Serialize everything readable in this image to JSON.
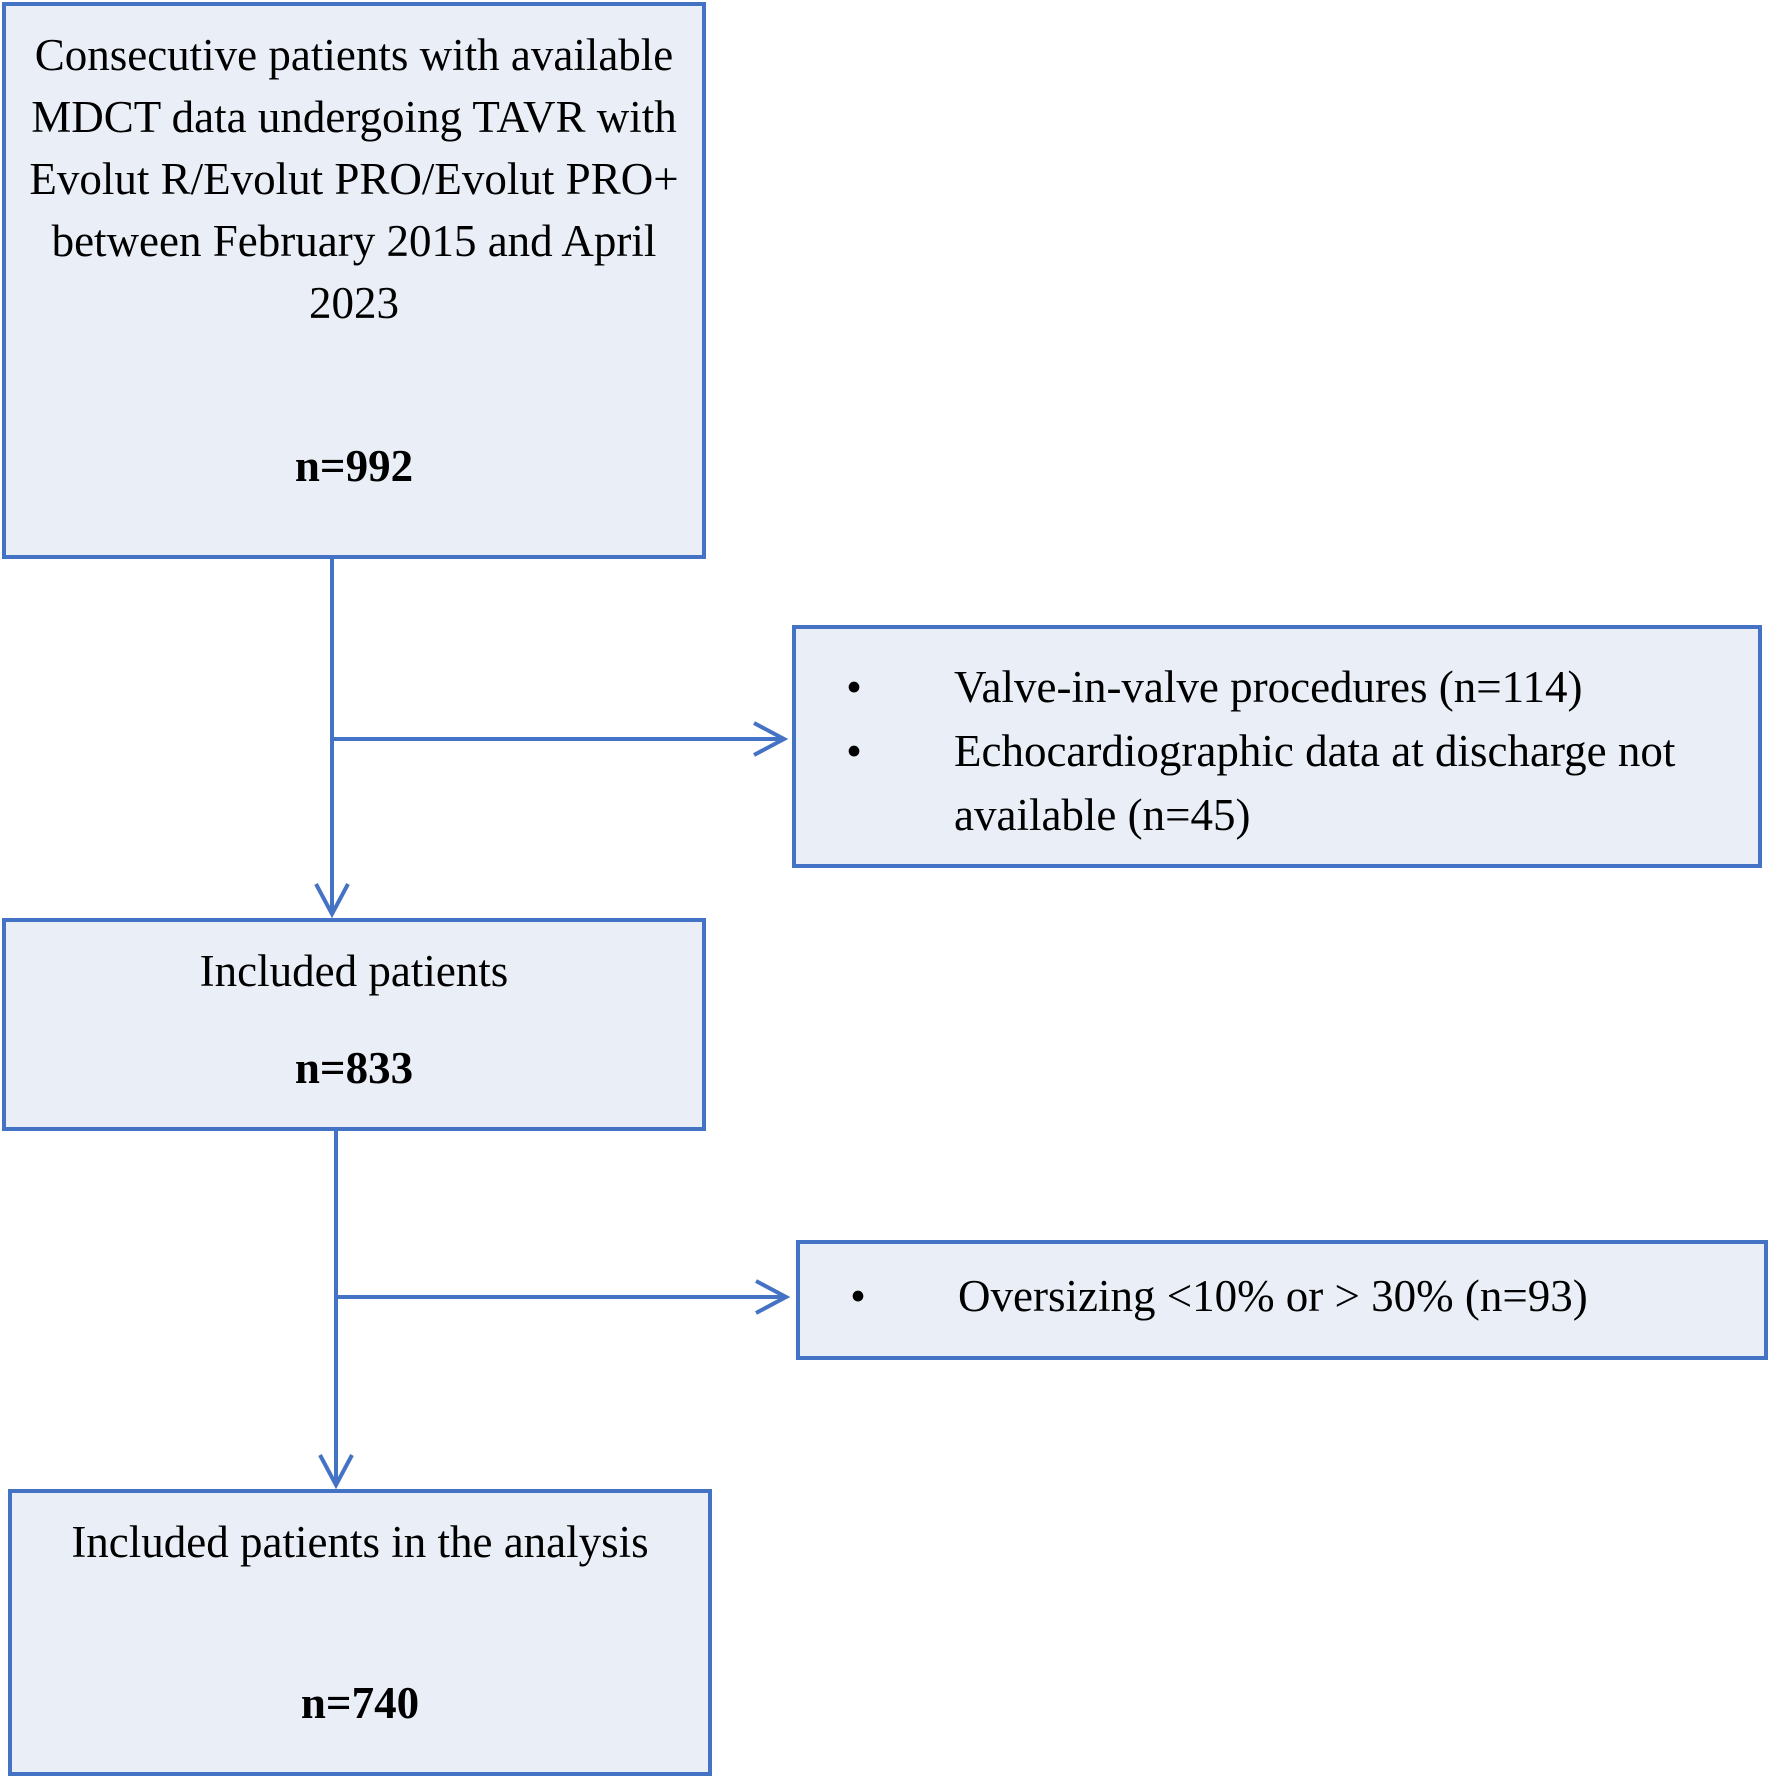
{
  "boxes": {
    "start": {
      "description": "Consecutive patients with available MDCT data undergoing TAVR with Evolut R/Evolut PRO/Evolut PRO+ between February 2015 and April 2023",
      "count": "n=992"
    },
    "included": {
      "description": "Included patients",
      "count": "n=833"
    },
    "final": {
      "description": "Included patients in the analysis",
      "count": "n=740"
    }
  },
  "exclusions": {
    "first": {
      "items": [
        "Valve-in-valve procedures (n=114)",
        "Echocardiographic data at discharge not available (n=45)"
      ]
    },
    "second": {
      "items": [
        "Oversizing <10% or > 30% (n=93)"
      ]
    }
  },
  "bullet_symbol": "•",
  "colors": {
    "border": "#4472c4",
    "box_fill": "#eaeff7",
    "text": "#000000"
  }
}
